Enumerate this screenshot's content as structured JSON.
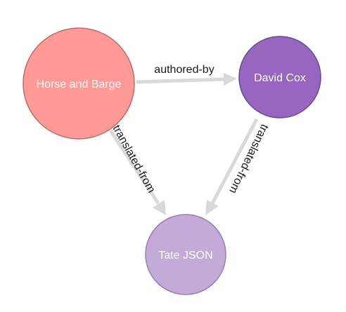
{
  "nodes": [
    {
      "id": "n1",
      "label": "Horse and Barge",
      "fill": "#ff9a96",
      "stroke": "#c2696a"
    },
    {
      "id": "n2",
      "label": "David Cox",
      "fill": "#9666c0",
      "stroke": "#6b4a8f"
    },
    {
      "id": "n3",
      "label": "Tate JSON",
      "fill": "#c3aad8",
      "stroke": "#9a7db3"
    }
  ],
  "edges": [
    {
      "from": "n1",
      "to": "n2",
      "label": "authored-by"
    },
    {
      "from": "n1",
      "to": "n3",
      "label": "translated-from"
    },
    {
      "from": "n2",
      "to": "n3",
      "label": "translated-from"
    }
  ],
  "colors": {
    "edge": "#d9d9d9",
    "edge_label": "#1a1a1a",
    "node_label": "#ffffff"
  }
}
